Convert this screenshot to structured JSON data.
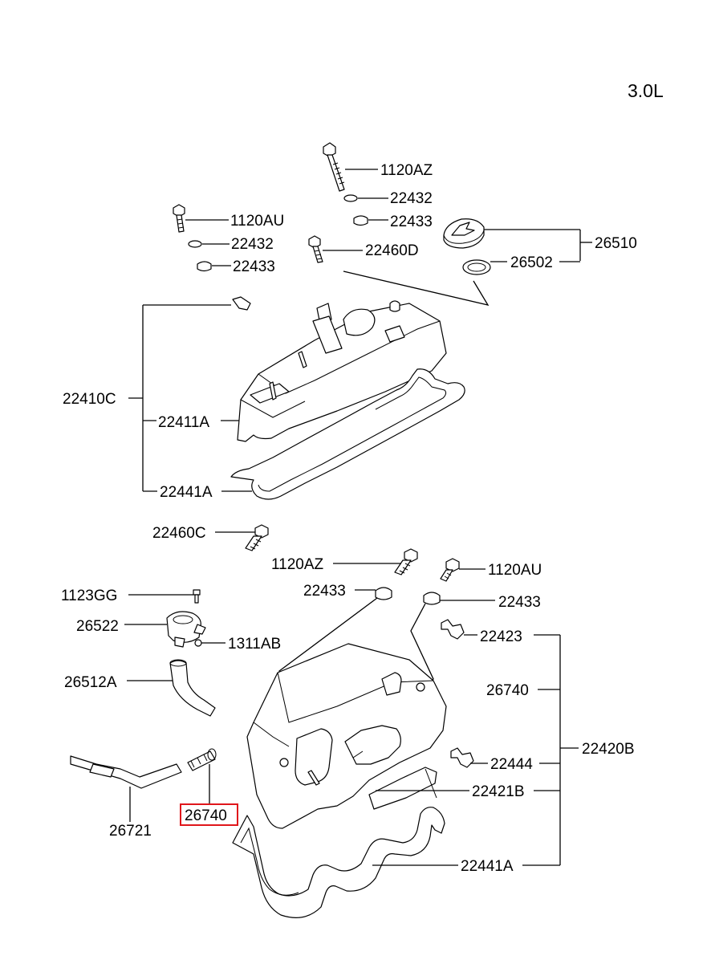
{
  "engine_label": "3.0L",
  "highlight_color": "#e0161b",
  "callouts": {
    "c01": "1120AZ",
    "c02": "22432",
    "c03": "22433",
    "c04": "1120AU",
    "c05": "22432",
    "c06": "22433",
    "c07": "22460D",
    "c08": "26510",
    "c09": "26502",
    "c10": "22410C",
    "c11": "22411A",
    "c12": "22441A",
    "c13": "22460C",
    "c14": "1120AZ",
    "c15": "1120AU",
    "c16": "22433",
    "c17": "22433",
    "c18": "1123GG",
    "c19": "26522",
    "c20": "1311AB",
    "c21": "22423",
    "c22": "26512A",
    "c23": "26740",
    "c24": "22420B",
    "c25": "22444",
    "c26": "22421B",
    "c27": "26721",
    "c28": "26740",
    "c29": "22441A"
  }
}
